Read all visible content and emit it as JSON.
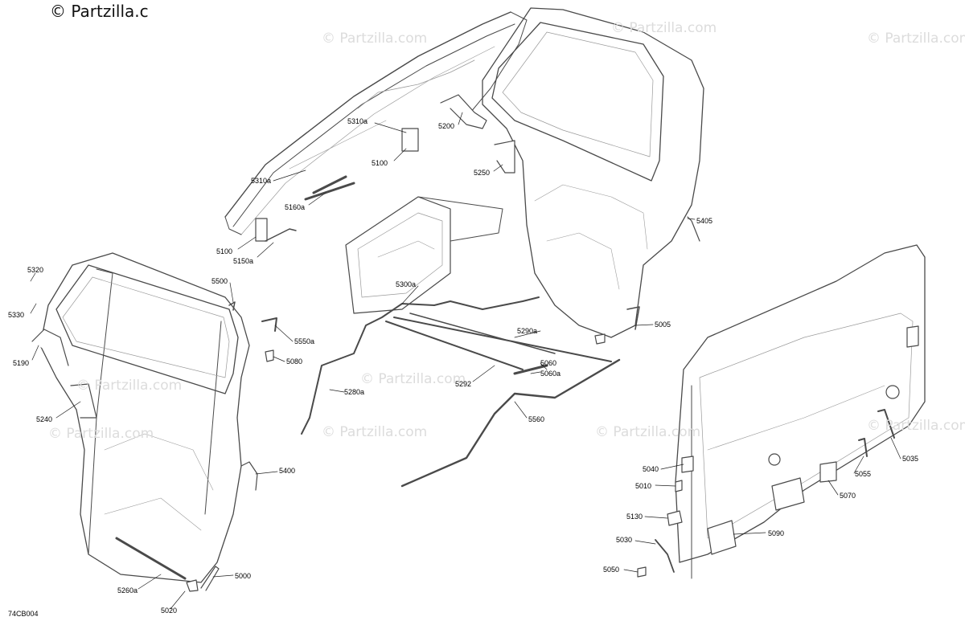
{
  "copyright": "© Partzilla.c",
  "watermark_text": "© Partzilla.com",
  "diagram_code": "74CB004",
  "colors": {
    "line": "#4a4a4a",
    "faint": "#9a9a9a",
    "part": "#777777",
    "watermark": "#dcdcdc"
  },
  "part_labels": [
    "5310a",
    "5310a",
    "5100",
    "5160a",
    "5100",
    "5150a",
    "5200",
    "5250",
    "5405",
    "5320",
    "5330",
    "5500",
    "5550a",
    "5080",
    "5190",
    "5240",
    "5300a",
    "5290a",
    "5060",
    "5060a",
    "5292",
    "5280a",
    "5560",
    "5005",
    "5400",
    "5000",
    "5260a",
    "5020",
    "5040",
    "5010",
    "5130",
    "5030",
    "5050",
    "5090",
    "5070",
    "5055",
    "5035"
  ]
}
